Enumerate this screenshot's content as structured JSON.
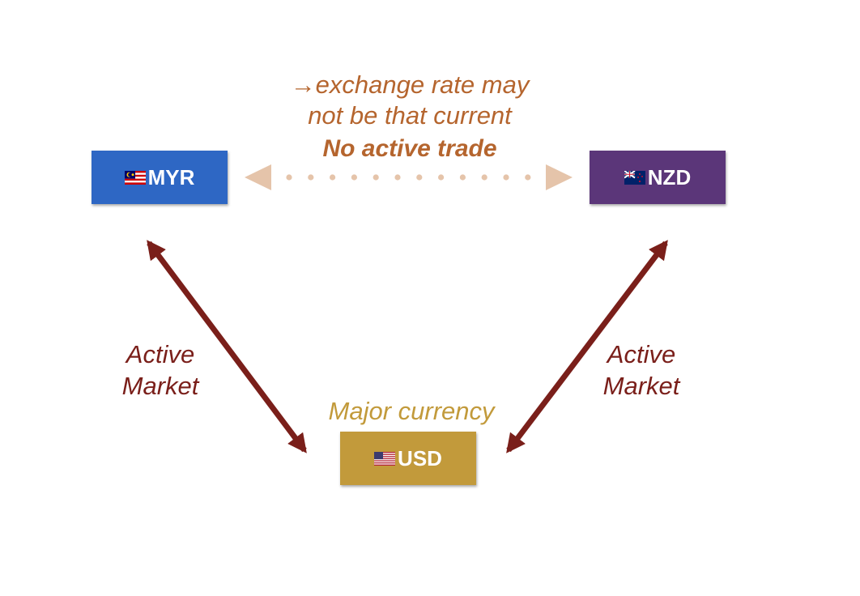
{
  "note": {
    "line1": "exchange rate may",
    "line2": "not be that current",
    "arrow_glyph": "→",
    "color": "#B5652E"
  },
  "no_trade": {
    "label": "No active trade",
    "color": "#B5652E",
    "connector_color": "#E5C4AA"
  },
  "major": {
    "label": "Major currency",
    "color": "#C29A3B"
  },
  "active_market": {
    "left": {
      "line1": "Active",
      "line2": "Market"
    },
    "right": {
      "line1": "Active",
      "line2": "Market"
    },
    "color": "#7A1F1A"
  },
  "nodes": {
    "myr": {
      "label": "MYR",
      "color": "#2E67C4",
      "flag_icon": "malaysia-flag-icon"
    },
    "nzd": {
      "label": "NZD",
      "color": "#5B3679",
      "flag_icon": "new-zealand-flag-icon"
    },
    "usd": {
      "label": "USD",
      "color": "#C29A3B",
      "flag_icon": "usa-flag-icon"
    }
  },
  "arrow_color": "#7A1F1A"
}
